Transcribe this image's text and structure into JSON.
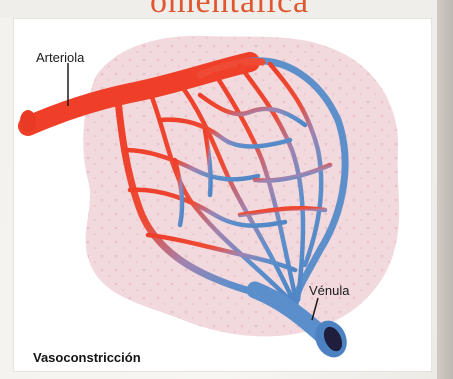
{
  "header": {
    "partial_title_text": "omentalica"
  },
  "diagram": {
    "labels": {
      "arteriola": "Arteriola",
      "venula": "Vénula"
    },
    "caption": "Vasoconstricción"
  },
  "colors": {
    "arterial": "#ee4a34",
    "venous": "#5d8fcb",
    "tissue": "#f1d9dd"
  }
}
